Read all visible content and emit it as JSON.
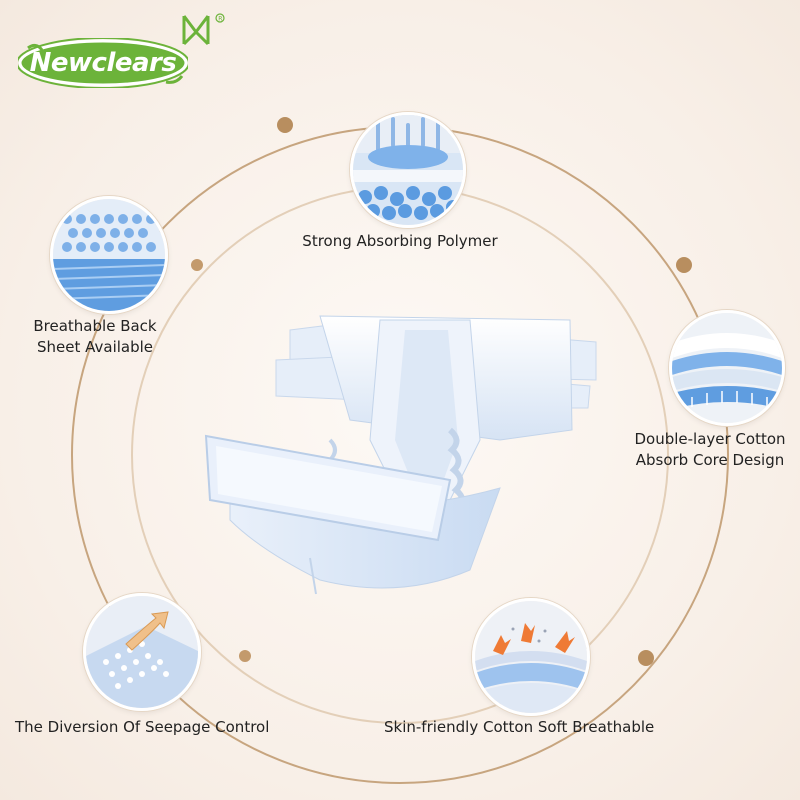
{
  "brand": {
    "name": "Newclears",
    "mark": "registered-trademark"
  },
  "features": {
    "polymer": {
      "label": "Strong Absorbing Polymer",
      "icon": "polymer-beads-icon"
    },
    "backsheet": {
      "label_line1": "Breathable Back",
      "label_line2": "Sheet Available",
      "icon": "breathable-mesh-icon"
    },
    "core": {
      "label_line1": "Double-layer Cotton",
      "label_line2": "Absorb Core Design",
      "icon": "layered-core-icon"
    },
    "seepage": {
      "label": "The Diversion Of Seepage Control",
      "icon": "diversion-layer-icon"
    },
    "cotton": {
      "label": "Skin-friendly Cotton Soft Breathable",
      "icon": "breathable-arrows-icon"
    }
  },
  "colors": {
    "ring": "#c7a57f",
    "dot": "#b88e5f",
    "logo_green": "#6cb33a",
    "accent_blue": "#7fb2ea"
  }
}
